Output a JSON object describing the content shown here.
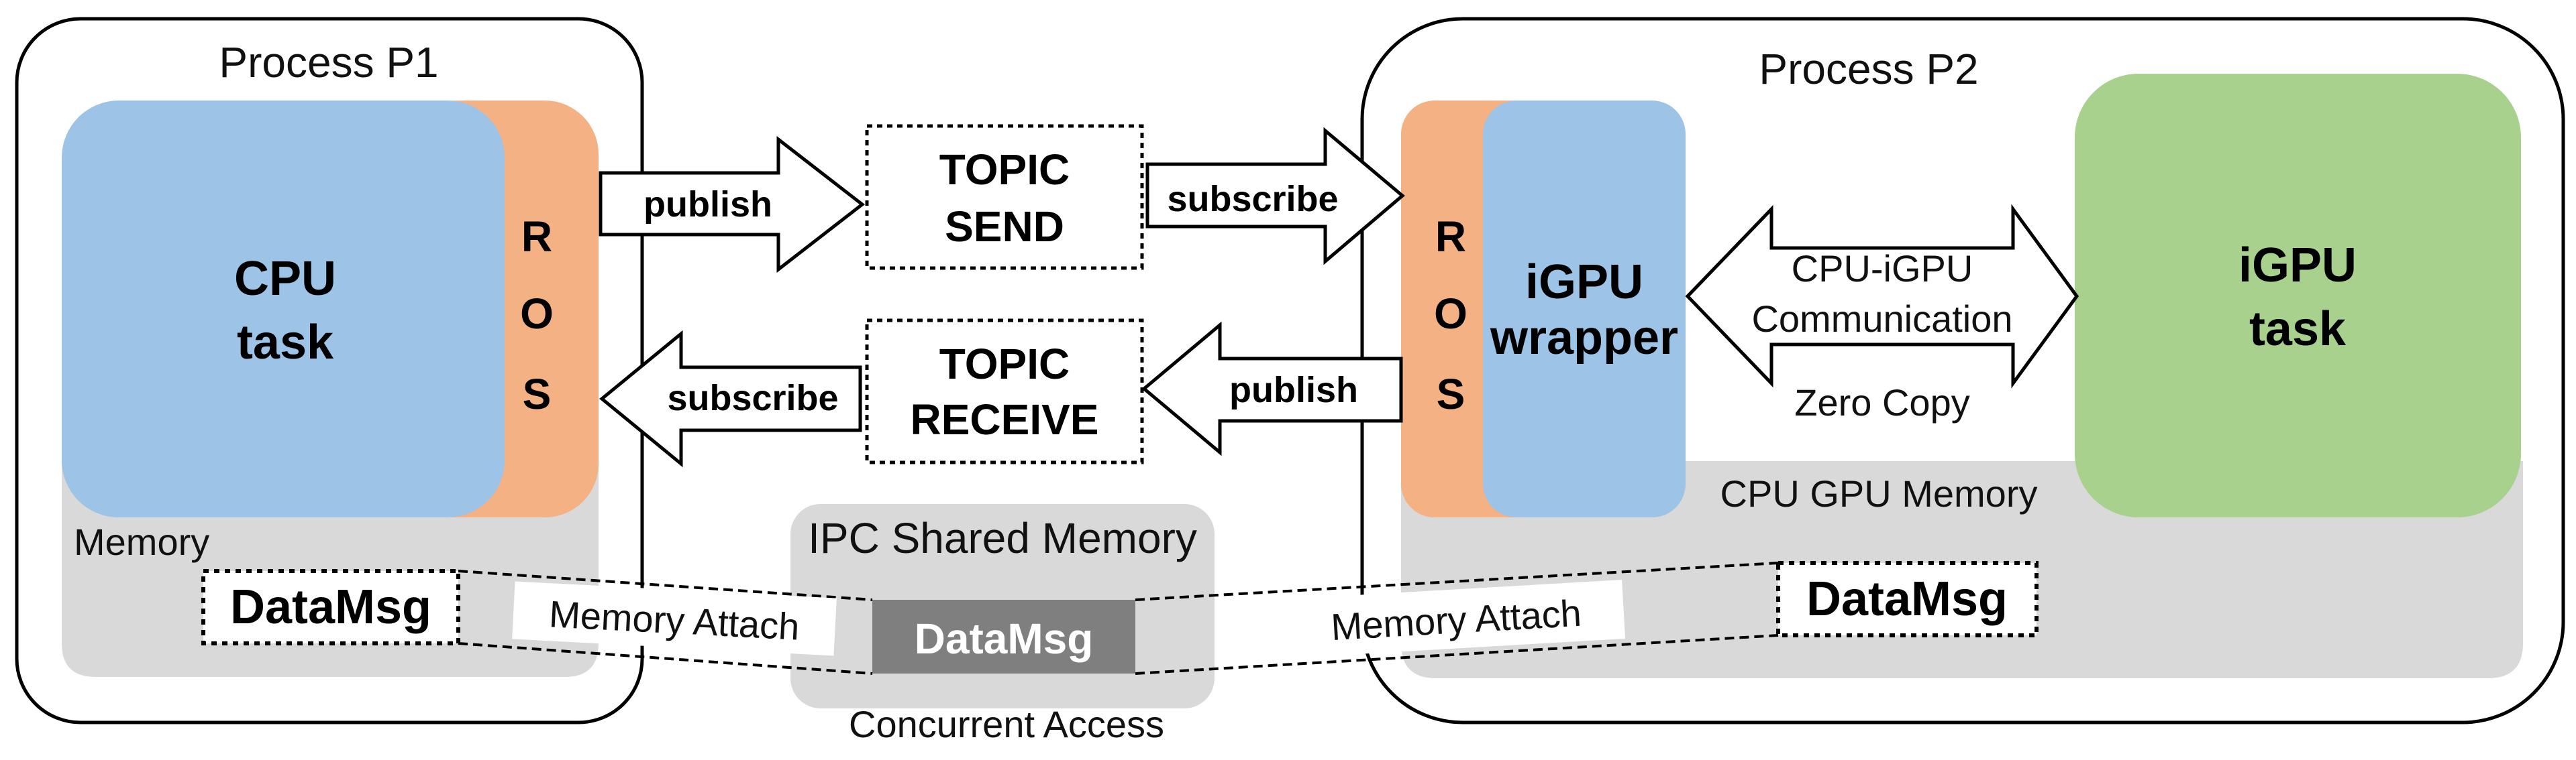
{
  "process1": {
    "title": "Process P1",
    "cpu_task": [
      "CPU",
      "task"
    ],
    "ros_letters": [
      "R",
      "O",
      "S"
    ],
    "memory_label": "Memory",
    "datamsg": "DataMsg"
  },
  "process2": {
    "title": "Process P2",
    "ros_letters": [
      "R",
      "O",
      "S"
    ],
    "igpu_wrapper": [
      "iGPU",
      "wrapper"
    ],
    "igpu_task": [
      "iGPU",
      "task"
    ],
    "comm_label": [
      "CPU-iGPU",
      "Communication"
    ],
    "zero_copy": "Zero Copy",
    "memory_label": "CPU GPU Memory",
    "datamsg": "DataMsg"
  },
  "topics": {
    "send": [
      "TOPIC",
      "SEND"
    ],
    "receive": [
      "TOPIC",
      "RECEIVE"
    ]
  },
  "arrows": {
    "p1_publish": "publish",
    "send_subscribe": "subscribe",
    "p2_publish": "publish",
    "receive_subscribe": "subscribe"
  },
  "shared_memory": {
    "title": "IPC Shared Memory",
    "datamsg": "DataMsg",
    "footer": "Concurrent Access"
  },
  "attach": {
    "left": "Memory Attach",
    "right": "Memory Attach"
  },
  "colors": {
    "cpu_blue": "#9DC3E6",
    "ros_orange": "#F4B183",
    "gpu_green": "#A9D18E",
    "memory_gray": "#D9D9D9",
    "shared_datamsg": "#7F7F7F"
  }
}
